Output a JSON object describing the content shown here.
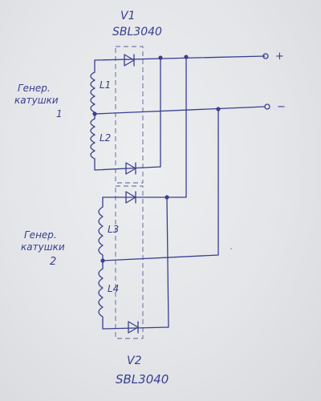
{
  "diagram": {
    "top_diode": {
      "ref": "V1",
      "part": "SBL3040"
    },
    "bottom_diode": {
      "ref": "V2",
      "part": "SBL3040"
    },
    "group1_label": [
      "Генер.",
      "катушки",
      "1"
    ],
    "group2_label": [
      "Генер.",
      "катушки",
      "2"
    ],
    "coils": [
      "L1",
      "L2",
      "L3",
      "L4"
    ],
    "terminal_plus": "+",
    "terminal_minus": "−"
  },
  "colors": {
    "ink": "#3a3f8f",
    "paper": "#e2e4e6"
  }
}
